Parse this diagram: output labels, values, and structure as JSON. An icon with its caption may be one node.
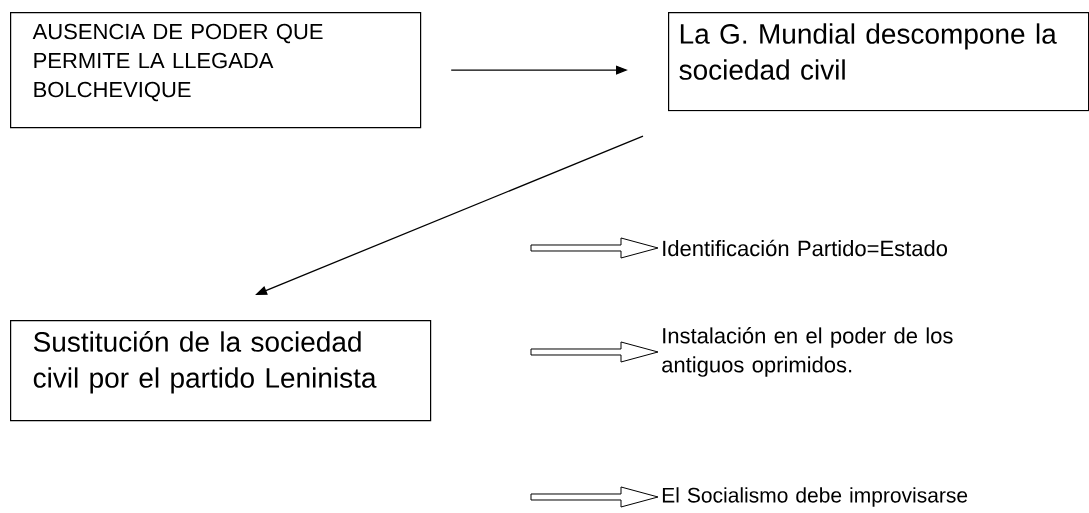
{
  "diagram": {
    "nodes": [
      {
        "text": [
          "AUSENCIA DE PODER QUE PERMITE LA LLEGADA BOLCHEVIQUE"
        ]
      },
      {
        "text": [
          "La G. Mundial descompone la sociedad civil"
        ]
      },
      {
        "text": [
          "Sustitución de la sociedad civil por el partido Leninista"
        ]
      },
      {
        "text": [
          "Identificación Partido=Estado"
        ]
      },
      {
        "text": [
          "Instalación en el poder de los antiguos oprimidos."
        ]
      },
      {
        "text": [
          "El Socialismo debe improvisarse"
        ]
      }
    ],
    "edges": [
      {
        "from": 0,
        "to": 1,
        "arrow": "to"
      },
      {
        "from": 1,
        "to": 2,
        "arrow": "to"
      },
      {
        "from": null,
        "to": 3,
        "arrow": "to",
        "style": "thick"
      },
      {
        "from": null,
        "to": 4,
        "arrow": "to",
        "style": "thick"
      },
      {
        "from": null,
        "to": 5,
        "arrow": "to",
        "style": "thick"
      }
    ]
  }
}
